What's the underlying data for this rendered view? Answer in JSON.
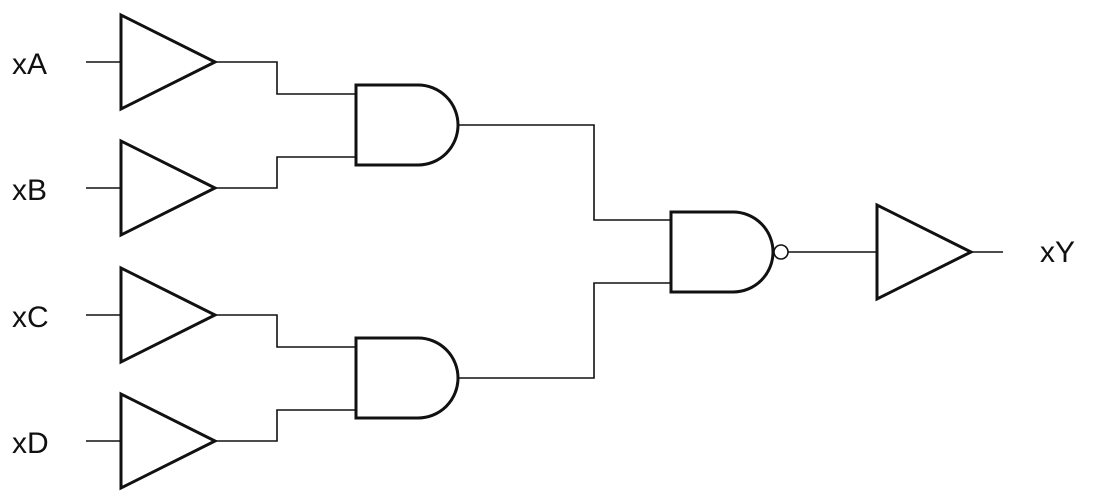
{
  "inputs": [
    {
      "label": "xA"
    },
    {
      "label": "xB"
    },
    {
      "label": "xC"
    },
    {
      "label": "xD"
    }
  ],
  "output": {
    "label": "xY"
  }
}
